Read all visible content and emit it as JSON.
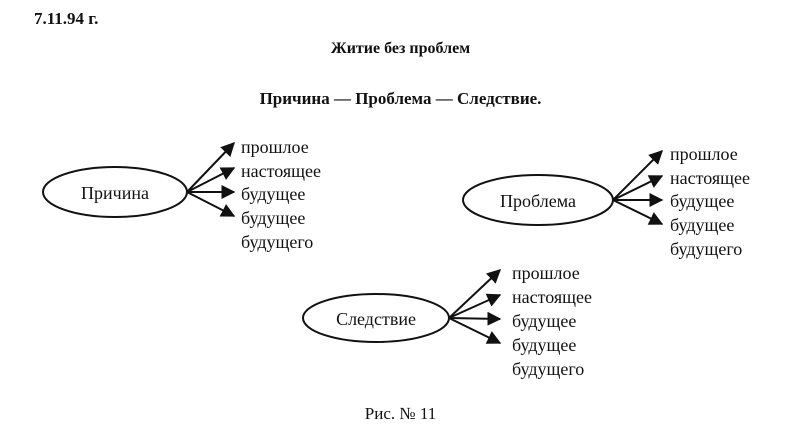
{
  "header": {
    "date": "7.11.94 г."
  },
  "title": "Житие без проблем",
  "subtitle": "Причина — Проблема — Следствие.",
  "diagram": {
    "nodes": [
      {
        "id": "cause",
        "label": "Причина",
        "branches": [
          "прошлое",
          "настоящее",
          "будущее",
          "будущее",
          "будущего"
        ]
      },
      {
        "id": "problem",
        "label": "Проблема",
        "branches": [
          "прошлое",
          "настоящее",
          "будущее",
          "будущее",
          "будущего"
        ]
      },
      {
        "id": "consequence",
        "label": "Следствие",
        "branches": [
          "прошлое",
          "настоящее",
          "будущее",
          "будущее",
          "будущего"
        ]
      }
    ]
  },
  "caption": "Рис.  № 11",
  "colors": {
    "ink": "#111111",
    "paper": "#ffffff"
  }
}
